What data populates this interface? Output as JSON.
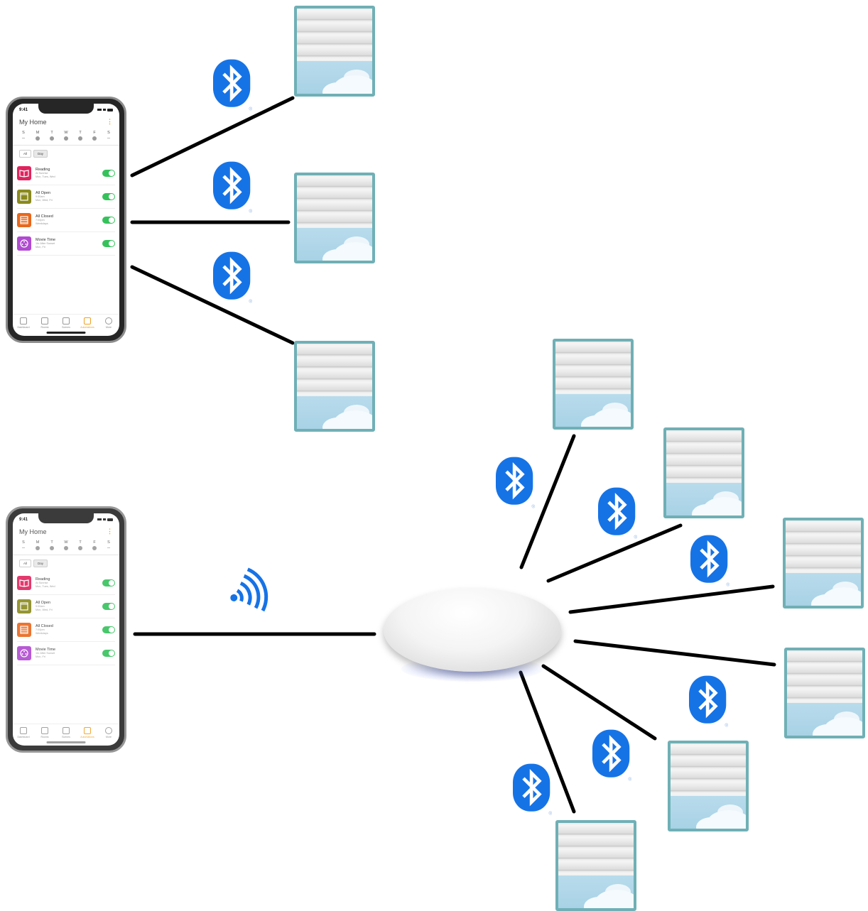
{
  "colors": {
    "bluetooth": "#1673e6",
    "connector": "#000000",
    "blind_frame": "#6fb0b6",
    "toggle_on": "#35c25b",
    "accent": "#f0a020",
    "hub_glow": "#5a6ee6"
  },
  "icons": {
    "bluetooth": "bluetooth-icon",
    "wifi": "wifi-icon"
  },
  "phone_app": {
    "status_time": "9:41",
    "title": "My Home",
    "days": [
      {
        "letter": "S"
      },
      {
        "letter": "M"
      },
      {
        "letter": "T"
      },
      {
        "letter": "W"
      },
      {
        "letter": "T"
      },
      {
        "letter": "F"
      },
      {
        "letter": "S"
      }
    ],
    "filters": [
      "All",
      "Day"
    ],
    "automations": [
      {
        "name": "Reading",
        "trigger": "At Sunrise",
        "days": "Mon, Tues, Wed",
        "color": "#e0245e",
        "icon": "book-icon",
        "enabled": true
      },
      {
        "name": "All Open",
        "trigger": "9:00am",
        "days": "Mon, Wed, Fri",
        "color": "#8a8a1e",
        "icon": "window-open-icon",
        "enabled": true
      },
      {
        "name": "All Closed",
        "trigger": "7:00pm",
        "days": "Weekdays",
        "color": "#e8671c",
        "icon": "blind-closed-icon",
        "enabled": true
      },
      {
        "name": "Movie Time",
        "trigger": "1hr After Sunset",
        "days": "Mon, Fri",
        "color": "#b04ad0",
        "icon": "film-reel-icon",
        "enabled": true
      }
    ],
    "tabs": [
      {
        "label": "Dashboard",
        "active": false
      },
      {
        "label": "Rooms",
        "active": false
      },
      {
        "label": "Scenes",
        "active": false
      },
      {
        "label": "Automations",
        "active": true
      },
      {
        "label": "More",
        "active": false
      }
    ]
  }
}
